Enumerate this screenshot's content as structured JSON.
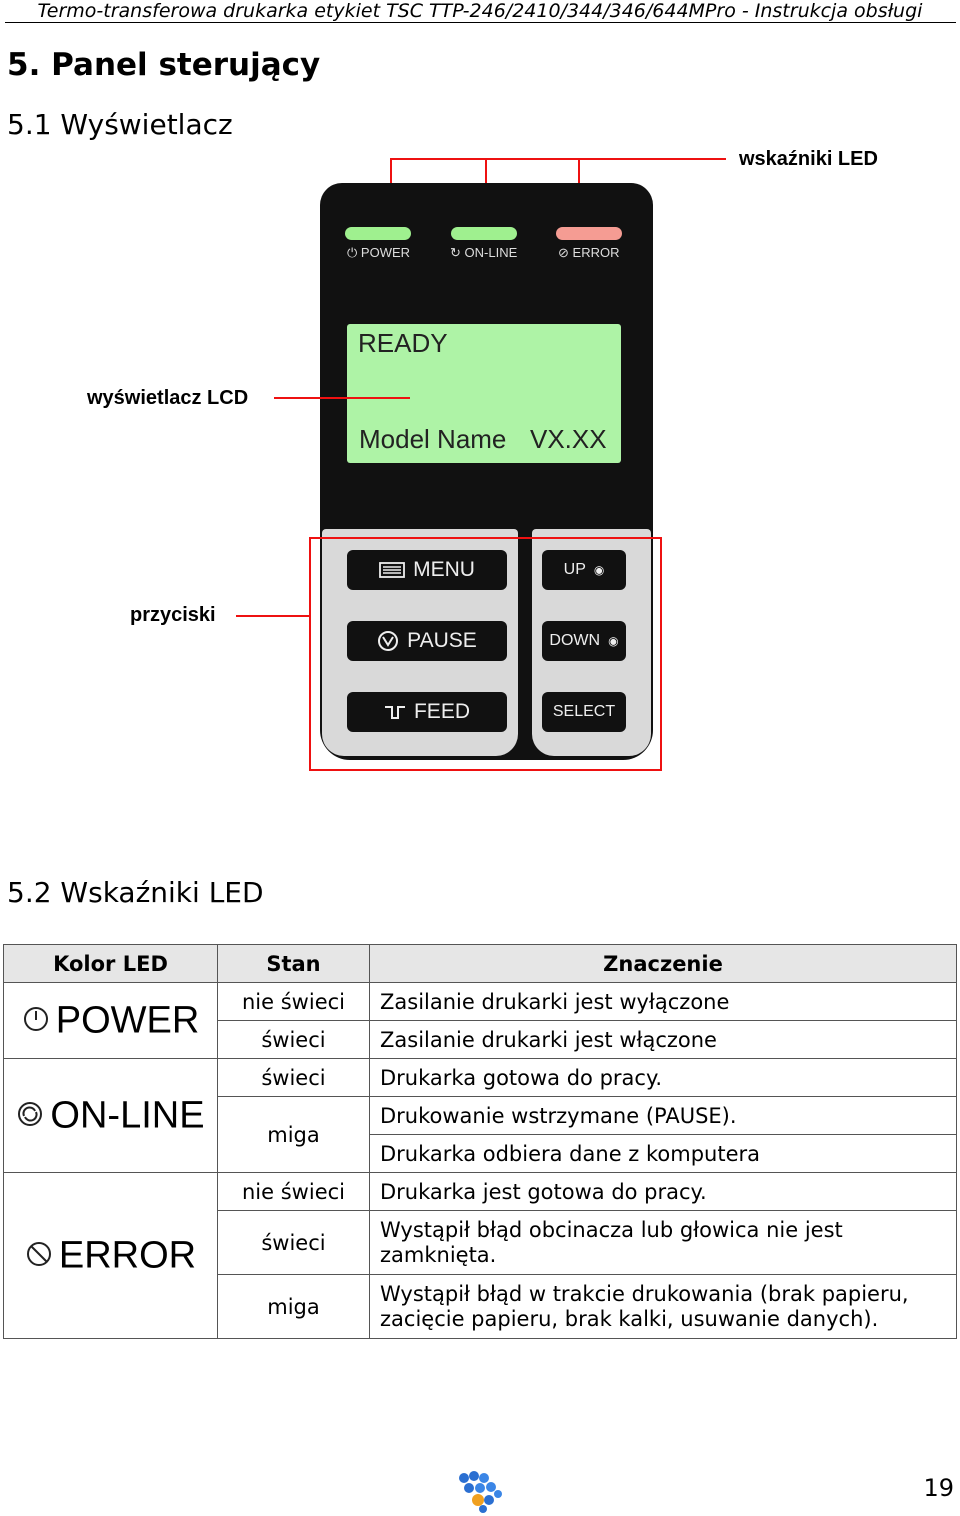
{
  "header": {
    "title": "Termo-transferowa drukarka etykiet TSC TTP-246/2410/344/346/644MPro - Instrukcja obsługi"
  },
  "section": {
    "title": "5. Panel sterujący",
    "sub1": "5.1 Wyświetlacz",
    "sub2": "5.2 Wskaźniki LED"
  },
  "callouts": {
    "leds": "wskaźniki LED",
    "lcd": "wyświetlacz LCD",
    "buttons": "przyciski"
  },
  "panel": {
    "leds": [
      {
        "label": "POWER",
        "color": "#9ff08f",
        "icon": "power-icon"
      },
      {
        "label": "ON-LINE",
        "color": "#9ff08f",
        "icon": "online-icon"
      },
      {
        "label": "ERROR",
        "color": "#f59c93",
        "icon": "error-icon"
      }
    ],
    "lcd": {
      "line1": "READY",
      "line2_left": "Model Name",
      "line2_right": "VX.XX"
    },
    "buttons": {
      "menu": "MENU",
      "pause": "PAUSE",
      "feed": "FEED",
      "up": "UP",
      "down": "DOWN",
      "select": "SELECT"
    }
  },
  "table": {
    "headers": [
      "Kolor LED",
      "Stan",
      "Znaczenie"
    ],
    "power": {
      "name": "POWER",
      "rows": [
        {
          "state": "nie świeci",
          "meaning": "Zasilanie drukarki jest wyłączone"
        },
        {
          "state": "świeci",
          "meaning": "Zasilanie drukarki jest włączone"
        }
      ]
    },
    "online": {
      "name": "ON-LINE",
      "rows": [
        {
          "state": "świeci",
          "meaning": "Drukarka gotowa do pracy."
        },
        {
          "state": "miga",
          "meaning": "Drukowanie wstrzymane (PAUSE)."
        },
        {
          "meaning": "Drukarka odbiera dane z komputera"
        }
      ]
    },
    "error": {
      "name": "ERROR",
      "rows": [
        {
          "state": "nie świeci",
          "meaning": "Drukarka jest gotowa do pracy."
        },
        {
          "state": "świeci",
          "meaning": "Wystąpił błąd obcinacza lub głowica nie jest zamknięta."
        },
        {
          "state": "miga",
          "meaning": "Wystąpił błąd w trakcie drukowania (brak papieru, zacięcie papieru, brak kalki, usuwanie danych)."
        }
      ]
    }
  },
  "footer": {
    "page": "19",
    "logo_icon": "tsc-logo-icon"
  }
}
